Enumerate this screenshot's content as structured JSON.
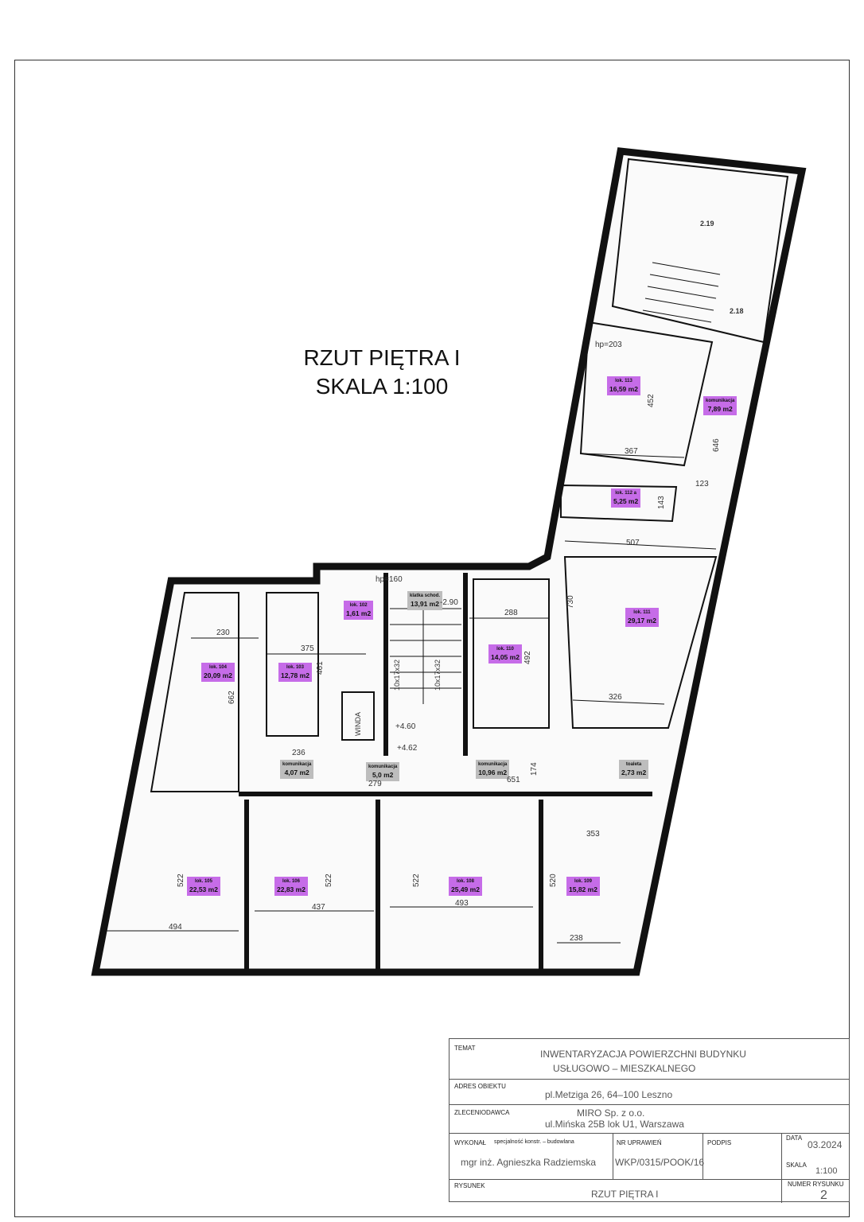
{
  "drawing_title": [
    "RZUT PIĘTRA I",
    "SKALA 1:100"
  ],
  "rooms": [
    {
      "name": "lok. 104",
      "area": "20,09 m2"
    },
    {
      "name": "lok. 103",
      "area": "12,78 m2"
    },
    {
      "name": "lok. 102",
      "area": "1,61 m2"
    },
    {
      "name": "klatka schod.",
      "area": "13,91 m2"
    },
    {
      "name": "lok. 110",
      "area": "14,05 m2"
    },
    {
      "name": "lok. 111",
      "area": "29,17 m2"
    },
    {
      "name": "lok. 113",
      "area": "16,59 m2"
    },
    {
      "name": "komunikacja",
      "area": "7,89 m2"
    },
    {
      "name": "lok. 112 a",
      "area": "5,25 m2"
    },
    {
      "name": "komunikacja",
      "area": "4,07 m2"
    },
    {
      "name": "komunikacja",
      "area": "5,0 m2"
    },
    {
      "name": "komunikacja",
      "area": "10,96 m2"
    },
    {
      "name": "toaleta",
      "area": "2,73 m2"
    },
    {
      "name": "lok. 105",
      "area": "22,53 m2"
    },
    {
      "name": "lok. 106",
      "area": "22,83 m2"
    },
    {
      "name": "lok. 108",
      "area": "25,49 m2"
    },
    {
      "name": "lok. 109",
      "area": "15,82 m2"
    }
  ],
  "dimensions": [
    "230",
    "375",
    "461",
    "662",
    "288",
    "492",
    "730",
    "326",
    "507",
    "367",
    "452",
    "646",
    "123",
    "143",
    "236",
    "279",
    "651",
    "174",
    "353",
    "494",
    "437",
    "493",
    "238",
    "522",
    "522",
    "522",
    "520",
    "2.19",
    "2.18",
    "+4.60",
    "+4.62",
    "-2.90",
    "hp=160",
    "hp=203",
    "WINDA",
    "10x17x32",
    "10x17x32"
  ],
  "title_block": {
    "temat_label": "TEMAT",
    "temat": [
      "INWENTARYZACJA POWIERZCHNI BUDYNKU",
      "USŁUGOWO – MIESZKALNEGO"
    ],
    "adres_label": "ADRES OBIEKTU",
    "adres": "pl.Metziga 26, 64–100 Leszno",
    "zlecen_label": "ZLECENIODAWCA",
    "zlecen": [
      "MIRO Sp. z o.o.",
      "ul.Mińska 25B lok U1, Warszawa"
    ],
    "wykonal_label": "WYKONAŁ",
    "specjalnosc": "specjalność konstr. – budowlana",
    "wykonal": "mgr inż. Agnieszka Radziemska",
    "nr_label": "NR UPRAWIEŃ",
    "nr": "WKP/0315/POOK/16",
    "podpis_label": "PODPIS",
    "data_label": "DATA",
    "data": "03.2024",
    "skala_label": "SKALA",
    "skala": "1:100",
    "rysunek_label": "RYSUNEK",
    "rysunek": "RZUT PIĘTRA I",
    "numer_label": "NUMER RYSUNKU",
    "numer": "2"
  }
}
